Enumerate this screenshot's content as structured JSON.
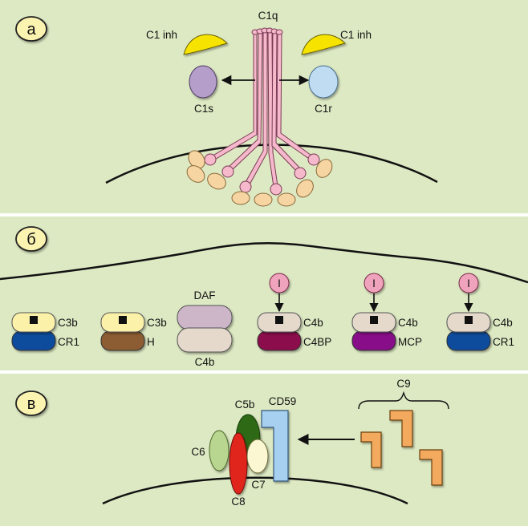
{
  "panels": {
    "a": {
      "letter": "а",
      "labels": {
        "c1q": "C1q",
        "c1inh_left": "C1 inh",
        "c1inh_right": "C1 inh",
        "c1s": "C1s",
        "c1r": "C1r"
      }
    },
    "b": {
      "letter": "б",
      "groups": [
        {
          "id": "c3b-cr1",
          "inhibitor": "",
          "top": "C3b",
          "bottom": "CR1",
          "top_color": "#fbf1a8",
          "bottom_color": "#0b4c9c"
        },
        {
          "id": "c3b-h",
          "inhibitor": "",
          "top": "C3b",
          "bottom": "H",
          "top_color": "#fbf1a8",
          "bottom_color": "#8c5d33"
        },
        {
          "id": "daf-c4b",
          "inhibitor": "",
          "top": "DAF",
          "bottom": "C4b",
          "top_color": "#cdb6c8",
          "bottom_color": "#e4d9cb"
        },
        {
          "id": "c4b-c4bp",
          "inhibitor": "I",
          "top": "C4b",
          "bottom": "C4BP",
          "top_color": "#e4d9cb",
          "bottom_color": "#8b0a4b"
        },
        {
          "id": "c4b-mcp",
          "inhibitor": "I",
          "top": "C4b",
          "bottom": "MCP",
          "top_color": "#e4d9cb",
          "bottom_color": "#880f88"
        },
        {
          "id": "c4b-cr1",
          "inhibitor": "I",
          "top": "C4b",
          "bottom": "CR1",
          "top_color": "#e4d9cb",
          "bottom_color": "#0b4c9c"
        }
      ]
    },
    "c": {
      "letter": "в",
      "labels": {
        "c5b": "C5b",
        "cd59": "CD59",
        "c6": "C6",
        "c7": "C7",
        "c8": "C8",
        "c9": "C9"
      }
    }
  },
  "colors": {
    "panel_bg": "#dde9c3",
    "c1q_stalk": "#f6b9cc",
    "c1inh": "#f6e400",
    "c1s": "#b59ec9",
    "c1r": "#bfdcf3",
    "receptor_tan": "#f6d5a2",
    "inhibitor_pink": "#f0a3bd",
    "c5b": "#2f6b14",
    "c6": "#b9d690",
    "c7": "#fbf7d2",
    "c8": "#e0261a",
    "cd59": "#a7d0f0",
    "c9": "#f3aa5f"
  }
}
